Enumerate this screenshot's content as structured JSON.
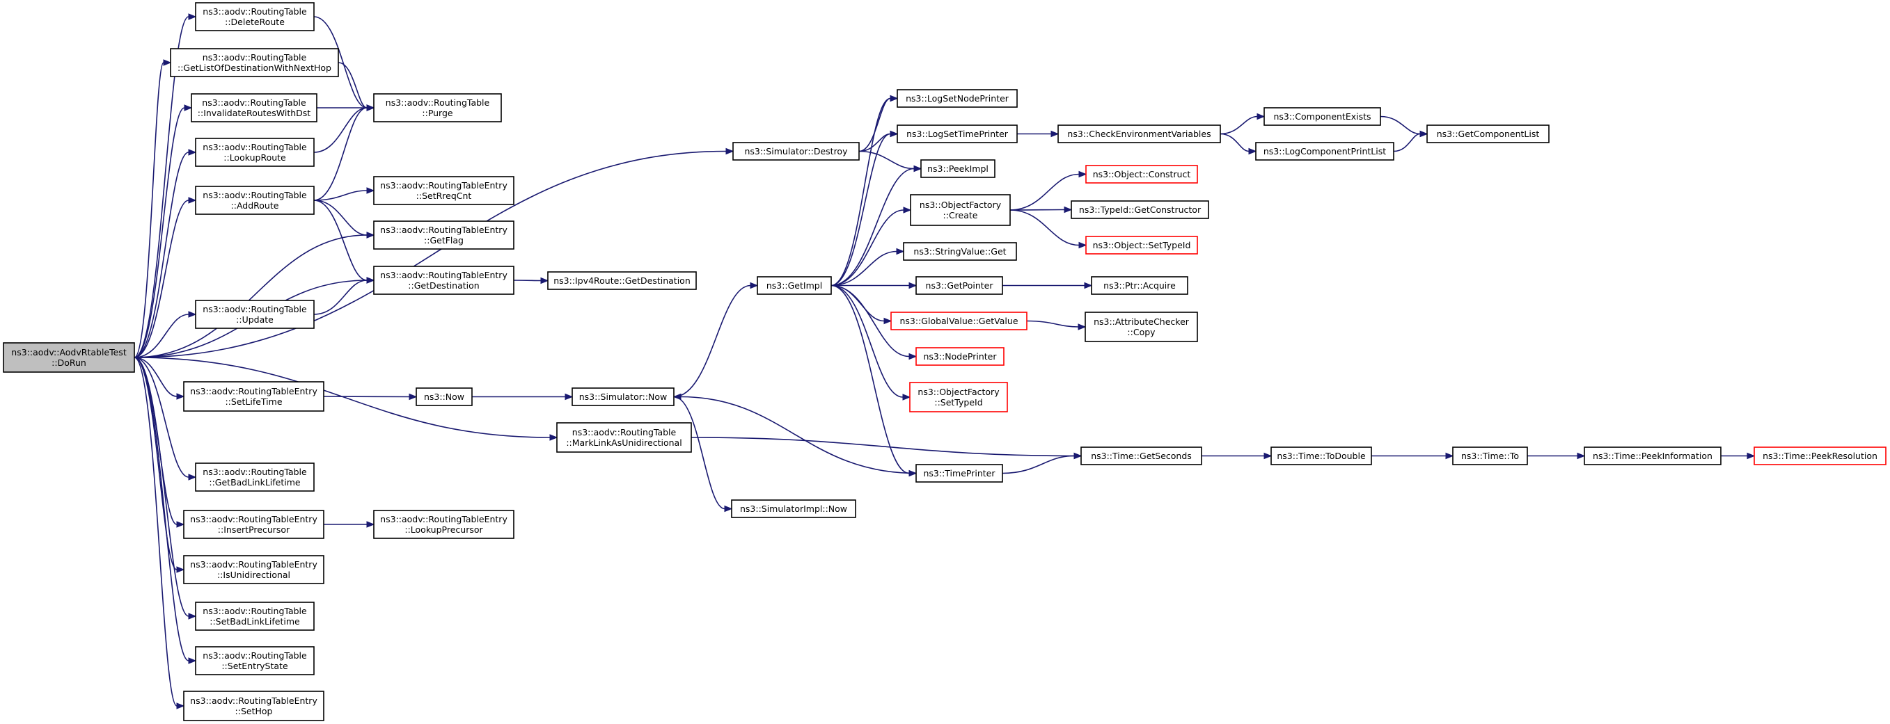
{
  "diagram": {
    "type": "call-graph",
    "nodes": [
      {
        "id": "root",
        "lines": [
          "ns3::aodv::AodvRtableTest",
          "::DoRun"
        ],
        "style": "root"
      },
      {
        "id": "deleteRoute",
        "lines": [
          "ns3::aodv::RoutingTable",
          "::DeleteRoute"
        ],
        "style": "normal"
      },
      {
        "id": "getListOfDest",
        "lines": [
          "ns3::aodv::RoutingTable",
          "::GetListOfDestinationWithNextHop"
        ],
        "style": "normal"
      },
      {
        "id": "invalidateRoutes",
        "lines": [
          "ns3::aodv::RoutingTable",
          "::InvalidateRoutesWithDst"
        ],
        "style": "normal"
      },
      {
        "id": "lookupRoute",
        "lines": [
          "ns3::aodv::RoutingTable",
          "::LookupRoute"
        ],
        "style": "normal"
      },
      {
        "id": "addRoute",
        "lines": [
          "ns3::aodv::RoutingTable",
          "::AddRoute"
        ],
        "style": "normal"
      },
      {
        "id": "update",
        "lines": [
          "ns3::aodv::RoutingTable",
          "::Update"
        ],
        "style": "normal"
      },
      {
        "id": "purge",
        "lines": [
          "ns3::aodv::RoutingTable",
          "::Purge"
        ],
        "style": "normal"
      },
      {
        "id": "setRreqCnt",
        "lines": [
          "ns3::aodv::RoutingTableEntry",
          "::SetRreqCnt"
        ],
        "style": "normal"
      },
      {
        "id": "getFlag",
        "lines": [
          "ns3::aodv::RoutingTableEntry",
          "::GetFlag"
        ],
        "style": "normal"
      },
      {
        "id": "getDestination",
        "lines": [
          "ns3::aodv::RoutingTableEntry",
          "::GetDestination"
        ],
        "style": "normal"
      },
      {
        "id": "ipv4GetDest",
        "lines": [
          "ns3::Ipv4Route::GetDestination"
        ],
        "style": "normal"
      },
      {
        "id": "setLifeTime",
        "lines": [
          "ns3::aodv::RoutingTableEntry",
          "::SetLifeTime"
        ],
        "style": "normal"
      },
      {
        "id": "now",
        "lines": [
          "ns3::Now"
        ],
        "style": "normal"
      },
      {
        "id": "simNow",
        "lines": [
          "ns3::Simulator::Now"
        ],
        "style": "normal"
      },
      {
        "id": "simImplNow",
        "lines": [
          "ns3::SimulatorImpl::Now"
        ],
        "style": "normal"
      },
      {
        "id": "markLink",
        "lines": [
          "ns3::aodv::RoutingTable",
          "::MarkLinkAsUnidirectional"
        ],
        "style": "normal"
      },
      {
        "id": "getBadLink",
        "lines": [
          "ns3::aodv::RoutingTable",
          "::GetBadLinkLifetime"
        ],
        "style": "normal"
      },
      {
        "id": "insertPrecursor",
        "lines": [
          "ns3::aodv::RoutingTableEntry",
          "::InsertPrecursor"
        ],
        "style": "normal"
      },
      {
        "id": "lookupPrecursor",
        "lines": [
          "ns3::aodv::RoutingTableEntry",
          "::LookupPrecursor"
        ],
        "style": "normal"
      },
      {
        "id": "isUnidirectional",
        "lines": [
          "ns3::aodv::RoutingTableEntry",
          "::IsUnidirectional"
        ],
        "style": "normal"
      },
      {
        "id": "setBadLink",
        "lines": [
          "ns3::aodv::RoutingTable",
          "::SetBadLinkLifetime"
        ],
        "style": "normal"
      },
      {
        "id": "setEntryState",
        "lines": [
          "ns3::aodv::RoutingTable",
          "::SetEntryState"
        ],
        "style": "normal"
      },
      {
        "id": "setHop",
        "lines": [
          "ns3::aodv::RoutingTableEntry",
          "::SetHop"
        ],
        "style": "normal"
      },
      {
        "id": "simDestroy",
        "lines": [
          "ns3::Simulator::Destroy"
        ],
        "style": "normal"
      },
      {
        "id": "getImpl",
        "lines": [
          "ns3::GetImpl"
        ],
        "style": "normal"
      },
      {
        "id": "logSetNode",
        "lines": [
          "ns3::LogSetNodePrinter"
        ],
        "style": "normal"
      },
      {
        "id": "logSetTime",
        "lines": [
          "ns3::LogSetTimePrinter"
        ],
        "style": "normal"
      },
      {
        "id": "peekImpl",
        "lines": [
          "ns3::PeekImpl"
        ],
        "style": "normal"
      },
      {
        "id": "objFactoryCreate",
        "lines": [
          "ns3::ObjectFactory",
          "::Create"
        ],
        "style": "normal"
      },
      {
        "id": "stringValueGet",
        "lines": [
          "ns3::StringValue::Get"
        ],
        "style": "normal"
      },
      {
        "id": "getPointer",
        "lines": [
          "ns3::GetPointer"
        ],
        "style": "normal"
      },
      {
        "id": "globalValueGet",
        "lines": [
          "ns3::GlobalValue::GetValue"
        ],
        "style": "red"
      },
      {
        "id": "nodePrinter",
        "lines": [
          "ns3::NodePrinter"
        ],
        "style": "red"
      },
      {
        "id": "objFactorySetTypeId",
        "lines": [
          "ns3::ObjectFactory",
          "::SetTypeId"
        ],
        "style": "red"
      },
      {
        "id": "timePrinter",
        "lines": [
          "ns3::TimePrinter"
        ],
        "style": "normal"
      },
      {
        "id": "checkEnv",
        "lines": [
          "ns3::CheckEnvironmentVariables"
        ],
        "style": "normal"
      },
      {
        "id": "componentExists",
        "lines": [
          "ns3::ComponentExists"
        ],
        "style": "normal"
      },
      {
        "id": "logCompPrint",
        "lines": [
          "ns3::LogComponentPrintList"
        ],
        "style": "normal"
      },
      {
        "id": "getComponentList",
        "lines": [
          "ns3::GetComponentList"
        ],
        "style": "normal"
      },
      {
        "id": "objConstruct",
        "lines": [
          "ns3::Object::Construct"
        ],
        "style": "red"
      },
      {
        "id": "typeIdGetCtor",
        "lines": [
          "ns3::TypeId::GetConstructor"
        ],
        "style": "normal"
      },
      {
        "id": "objSetTypeId",
        "lines": [
          "ns3::Object::SetTypeId"
        ],
        "style": "red"
      },
      {
        "id": "ptrAcquire",
        "lines": [
          "ns3::Ptr::Acquire"
        ],
        "style": "normal"
      },
      {
        "id": "attrCheckerCopy",
        "lines": [
          "ns3::AttributeChecker",
          "::Copy"
        ],
        "style": "normal"
      },
      {
        "id": "timeGetSeconds",
        "lines": [
          "ns3::Time::GetSeconds"
        ],
        "style": "normal"
      },
      {
        "id": "timeToDouble",
        "lines": [
          "ns3::Time::ToDouble"
        ],
        "style": "normal"
      },
      {
        "id": "timeTo",
        "lines": [
          "ns3::Time::To"
        ],
        "style": "normal"
      },
      {
        "id": "timePeekInfo",
        "lines": [
          "ns3::Time::PeekInformation"
        ],
        "style": "normal"
      },
      {
        "id": "timePeekRes",
        "lines": [
          "ns3::Time::PeekResolution"
        ],
        "style": "red"
      }
    ],
    "edges": [
      [
        "root",
        "deleteRoute"
      ],
      [
        "root",
        "getListOfDest"
      ],
      [
        "root",
        "invalidateRoutes"
      ],
      [
        "root",
        "lookupRoute"
      ],
      [
        "root",
        "addRoute"
      ],
      [
        "root",
        "getFlag"
      ],
      [
        "root",
        "getDestination"
      ],
      [
        "root",
        "update"
      ],
      [
        "root",
        "simDestroy"
      ],
      [
        "root",
        "setLifeTime"
      ],
      [
        "root",
        "markLink"
      ],
      [
        "root",
        "getBadLink"
      ],
      [
        "root",
        "insertPrecursor"
      ],
      [
        "root",
        "isUnidirectional"
      ],
      [
        "root",
        "setBadLink"
      ],
      [
        "root",
        "setEntryState"
      ],
      [
        "root",
        "setHop"
      ],
      [
        "deleteRoute",
        "purge"
      ],
      [
        "getListOfDest",
        "purge"
      ],
      [
        "invalidateRoutes",
        "purge"
      ],
      [
        "lookupRoute",
        "purge"
      ],
      [
        "addRoute",
        "purge"
      ],
      [
        "addRoute",
        "setRreqCnt"
      ],
      [
        "addRoute",
        "getFlag"
      ],
      [
        "addRoute",
        "getDestination"
      ],
      [
        "update",
        "getDestination"
      ],
      [
        "getDestination",
        "ipv4GetDest"
      ],
      [
        "setLifeTime",
        "now"
      ],
      [
        "now",
        "simNow"
      ],
      [
        "simNow",
        "getImpl"
      ],
      [
        "simNow",
        "simImplNow"
      ],
      [
        "markLink",
        "timeGetSeconds"
      ],
      [
        "insertPrecursor",
        "lookupPrecursor"
      ],
      [
        "simDestroy",
        "logSetNode"
      ],
      [
        "simDestroy",
        "logSetTime"
      ],
      [
        "simDestroy",
        "peekImpl"
      ],
      [
        "getImpl",
        "logSetNode"
      ],
      [
        "getImpl",
        "logSetTime"
      ],
      [
        "getImpl",
        "peekImpl"
      ],
      [
        "getImpl",
        "objFactoryCreate"
      ],
      [
        "getImpl",
        "stringValueGet"
      ],
      [
        "getImpl",
        "getPointer"
      ],
      [
        "getImpl",
        "globalValueGet"
      ],
      [
        "getImpl",
        "nodePrinter"
      ],
      [
        "getImpl",
        "objFactorySetTypeId"
      ],
      [
        "getImpl",
        "timePrinter"
      ],
      [
        "logSetTime",
        "checkEnv"
      ],
      [
        "checkEnv",
        "componentExists"
      ],
      [
        "checkEnv",
        "logCompPrint"
      ],
      [
        "componentExists",
        "getComponentList"
      ],
      [
        "logCompPrint",
        "getComponentList"
      ],
      [
        "objFactoryCreate",
        "objConstruct"
      ],
      [
        "objFactoryCreate",
        "typeIdGetCtor"
      ],
      [
        "objFactoryCreate",
        "objSetTypeId"
      ],
      [
        "getPointer",
        "ptrAcquire"
      ],
      [
        "globalValueGet",
        "attrCheckerCopy"
      ],
      [
        "timePrinter",
        "simNow"
      ],
      [
        "timePrinter",
        "timeGetSeconds"
      ],
      [
        "timeGetSeconds",
        "timeToDouble"
      ],
      [
        "timeToDouble",
        "timeTo"
      ],
      [
        "timeTo",
        "timePeekInfo"
      ],
      [
        "timePeekInfo",
        "timePeekRes"
      ]
    ]
  }
}
